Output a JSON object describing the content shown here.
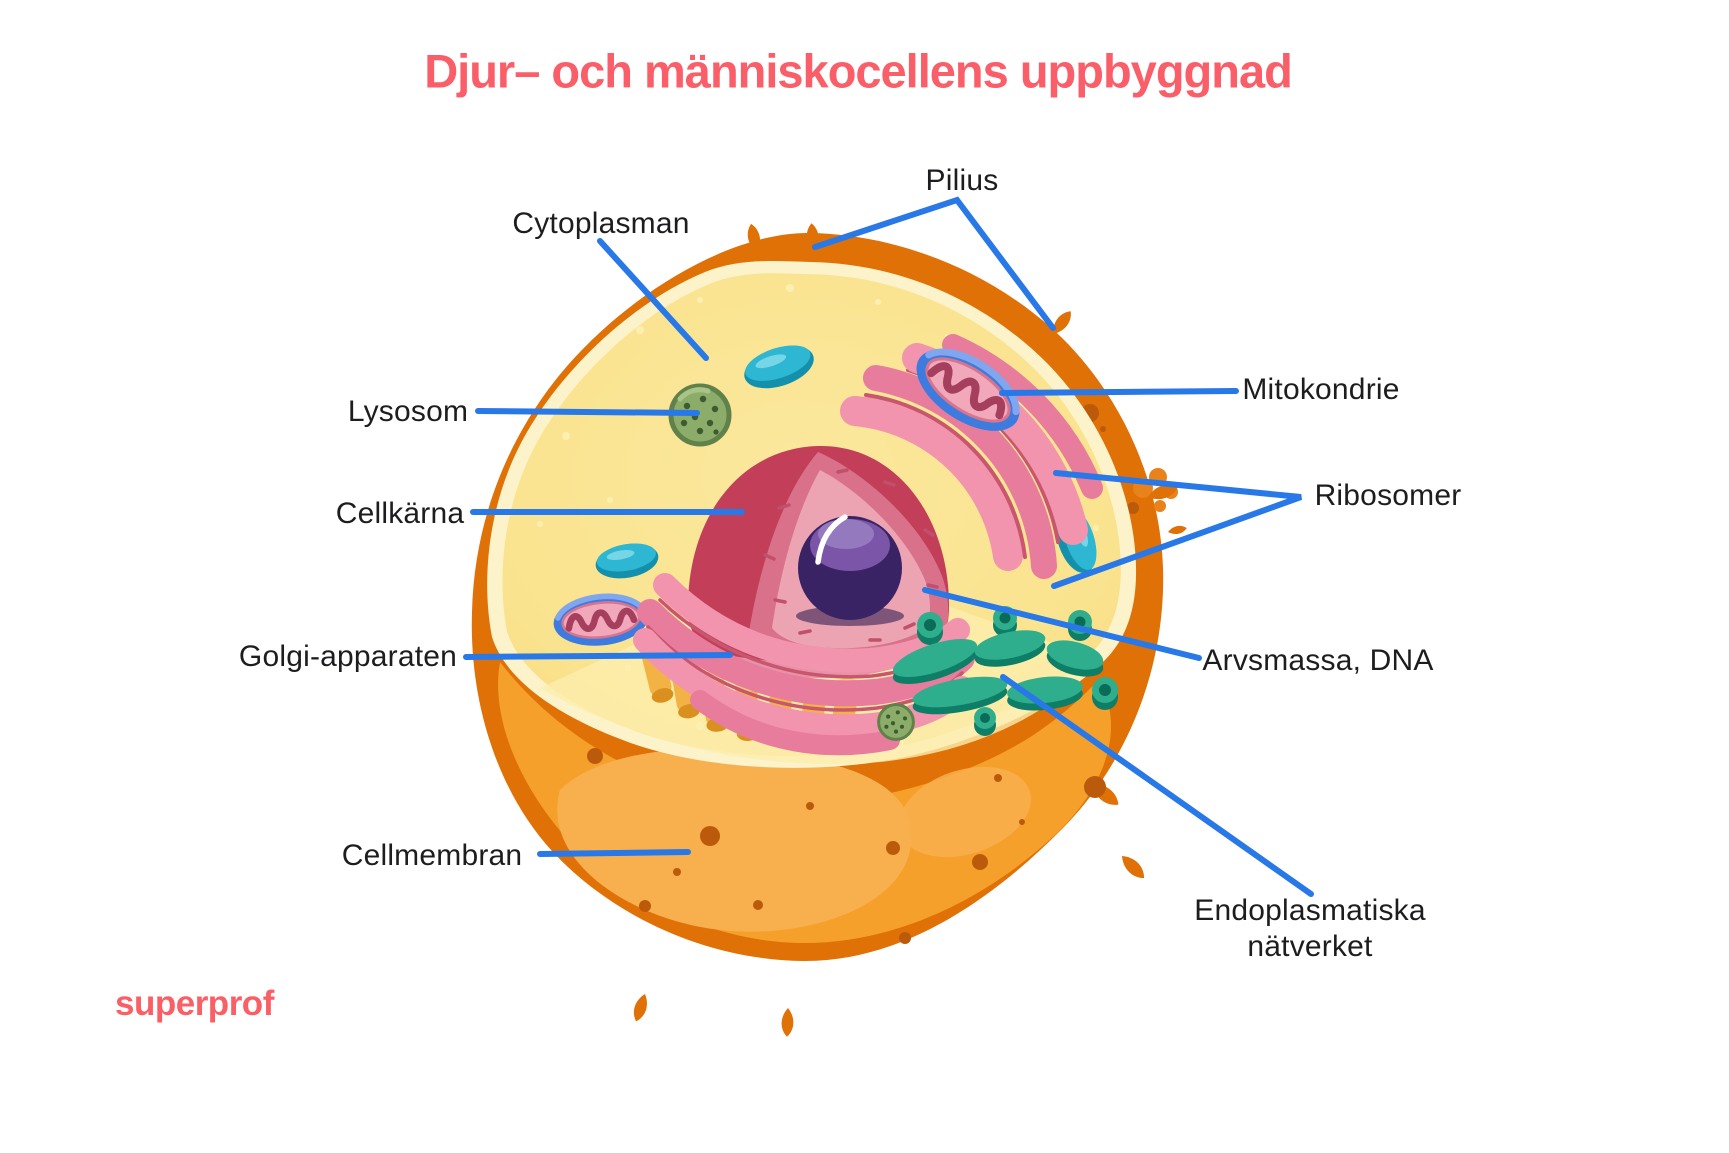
{
  "title": {
    "text": "Djur– och människocellens uppbyggnad",
    "color": "#fa5e68"
  },
  "logo": {
    "text": "superprof",
    "color": "#fb5f66"
  },
  "labels": {
    "cytoplasman": "Cytoplasman",
    "pilius": "Pilius",
    "lysosom": "Lysosom",
    "cellkarna": "Cellkärna",
    "golgi": "Golgi-apparaten",
    "cellmembran": "Cellmembran",
    "mitokondrie": "Mitokondrie",
    "ribosomer": "Ribosomer",
    "arvsmassa": "Arvsmassa, DNA",
    "endoplasmatiska": "Endoplasmatiska\nnätverket"
  },
  "colors": {
    "accent_coral": "#fa5e68",
    "leader_blue": "#2878e8",
    "label_text": "#1d1d1f",
    "membrane_dark_orange": "#df7106",
    "membrane_light_orange": "#f5a02b",
    "cytoplasm_cream": "#fae38e",
    "cytoplasm_rim": "#fdf3ca",
    "nucleus_red": "#c23e59",
    "nucleus_face_pink": "#eca4b3",
    "nucleolus_purple": "#3a2364",
    "golgi_pink": "#f294ae",
    "vesicle_yellow": "#f2b344",
    "mitochondria_blue": "#3e7bde",
    "mitochondria_pink": "#f0a8ba",
    "er_teal": "#2fae8d",
    "lysosome_green": "#8cac69",
    "vacuole_cyan": "#2eb7d3"
  }
}
